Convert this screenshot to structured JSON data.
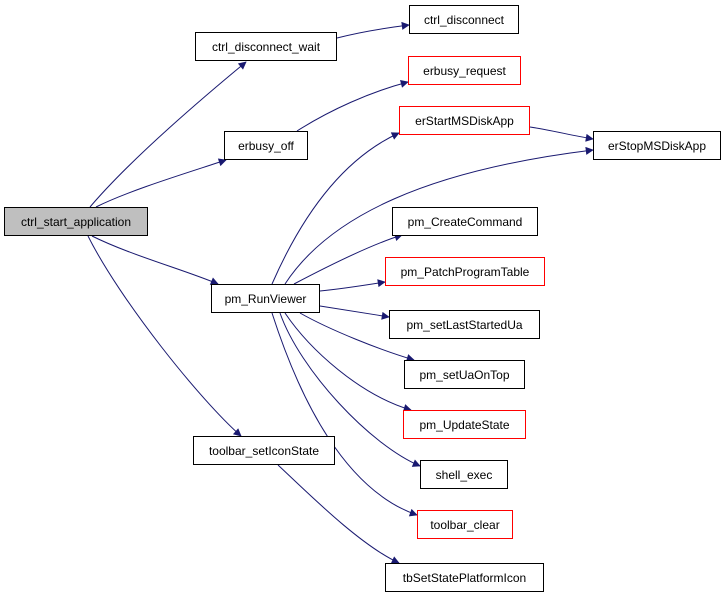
{
  "colors": {
    "edge": "#191970",
    "border_default": "#000000",
    "border_truncated": "#ff0000",
    "root_fill": "#bfbfbf"
  },
  "nodes": {
    "ctrl_start_application": "ctrl_start_application",
    "ctrl_disconnect_wait": "ctrl_disconnect_wait",
    "ctrl_disconnect": "ctrl_disconnect",
    "erbusy_off": "erbusy_off",
    "erbusy_request": "erbusy_request",
    "erStartMSDiskApp": "erStartMSDiskApp",
    "erStopMSDiskApp": "erStopMSDiskApp",
    "pm_RunViewer": "pm_RunViewer",
    "pm_CreateCommand": "pm_CreateCommand",
    "pm_PatchProgramTable": "pm_PatchProgramTable",
    "pm_setLastStartedUa": "pm_setLastStartedUa",
    "pm_setUaOnTop": "pm_setUaOnTop",
    "pm_UpdateState": "pm_UpdateState",
    "shell_exec": "shell_exec",
    "toolbar_clear": "toolbar_clear",
    "toolbar_setIconState": "toolbar_setIconState",
    "tbSetStatePlatformIcon": "tbSetStatePlatformIcon"
  },
  "edges": [
    [
      "ctrl_start_application",
      "ctrl_disconnect_wait"
    ],
    [
      "ctrl_start_application",
      "erbusy_off"
    ],
    [
      "ctrl_start_application",
      "pm_RunViewer"
    ],
    [
      "ctrl_start_application",
      "toolbar_setIconState"
    ],
    [
      "ctrl_disconnect_wait",
      "ctrl_disconnect"
    ],
    [
      "erbusy_off",
      "erbusy_request"
    ],
    [
      "erStartMSDiskApp",
      "erStopMSDiskApp"
    ],
    [
      "pm_RunViewer",
      "erStartMSDiskApp"
    ],
    [
      "pm_RunViewer",
      "erStopMSDiskApp"
    ],
    [
      "pm_RunViewer",
      "pm_CreateCommand"
    ],
    [
      "pm_RunViewer",
      "pm_PatchProgramTable"
    ],
    [
      "pm_RunViewer",
      "pm_setLastStartedUa"
    ],
    [
      "pm_RunViewer",
      "pm_setUaOnTop"
    ],
    [
      "pm_RunViewer",
      "pm_UpdateState"
    ],
    [
      "pm_RunViewer",
      "shell_exec"
    ],
    [
      "pm_RunViewer",
      "toolbar_clear"
    ],
    [
      "toolbar_setIconState",
      "tbSetStatePlatformIcon"
    ]
  ]
}
